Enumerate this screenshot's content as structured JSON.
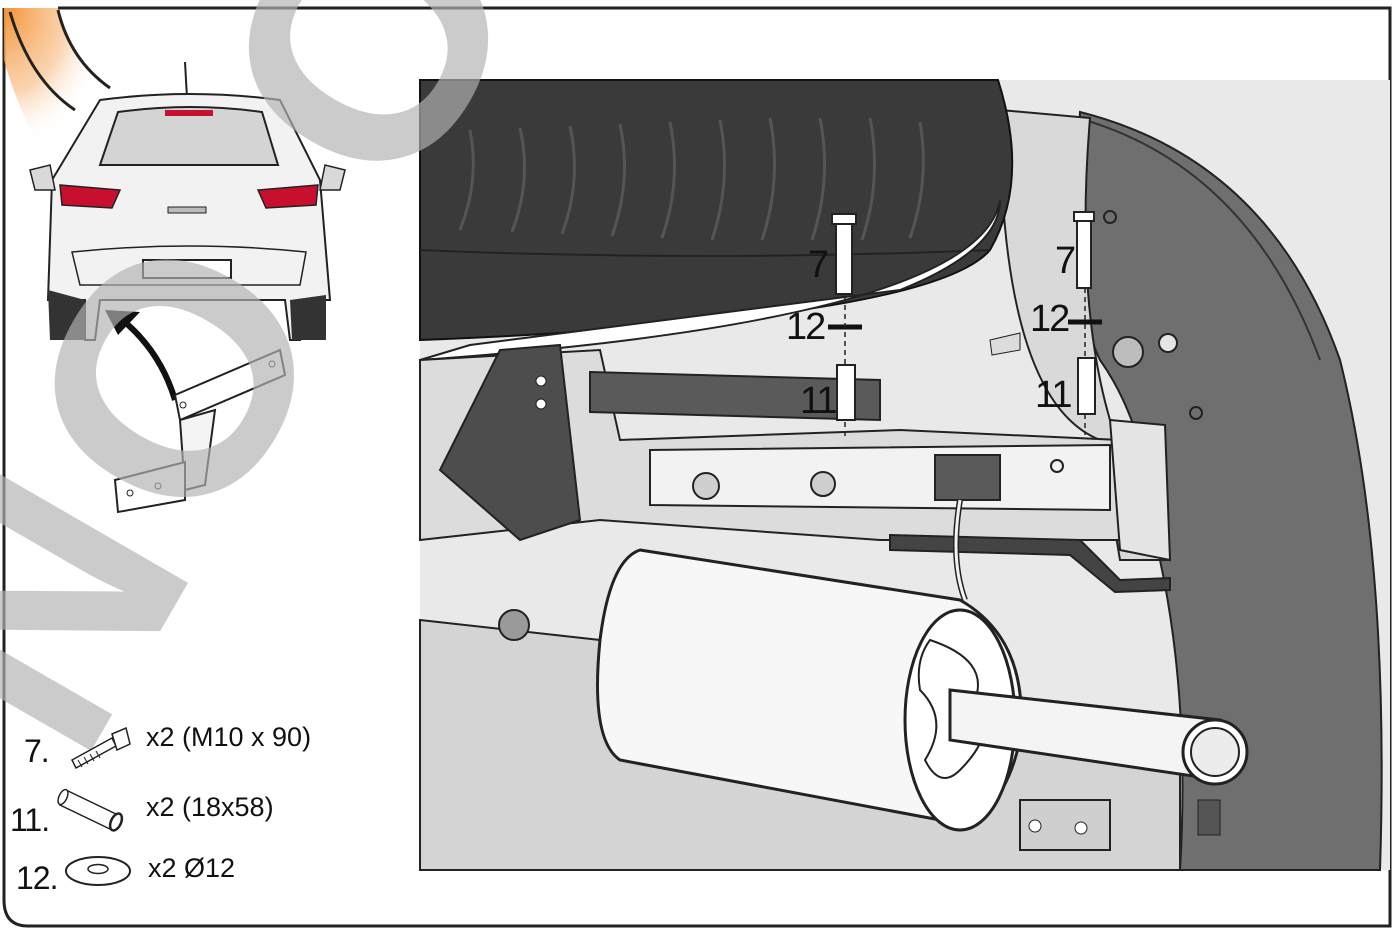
{
  "watermark": {
    "text": "NO OK",
    "color": "#b3b3b3"
  },
  "colors": {
    "accent": "#f39233",
    "tyre": "#3a3a3a",
    "wheelarch": "#6f6f6f",
    "body": "#ececec",
    "taillight": "#c8102e"
  },
  "callouts": {
    "left_bolt": "7",
    "left_washer": "12",
    "left_spacer": "11",
    "right_bolt": "7",
    "right_washer": "12",
    "right_spacer": "11"
  },
  "parts_list": [
    {
      "number": "7.",
      "icon": "bolt-icon",
      "quantity": "x2 (M10 x 90)"
    },
    {
      "number": "11.",
      "icon": "spacer-tube-icon",
      "quantity": "x2 (18x58)"
    },
    {
      "number": "12.",
      "icon": "washer-icon",
      "quantity": "x2 Ø12"
    }
  ]
}
